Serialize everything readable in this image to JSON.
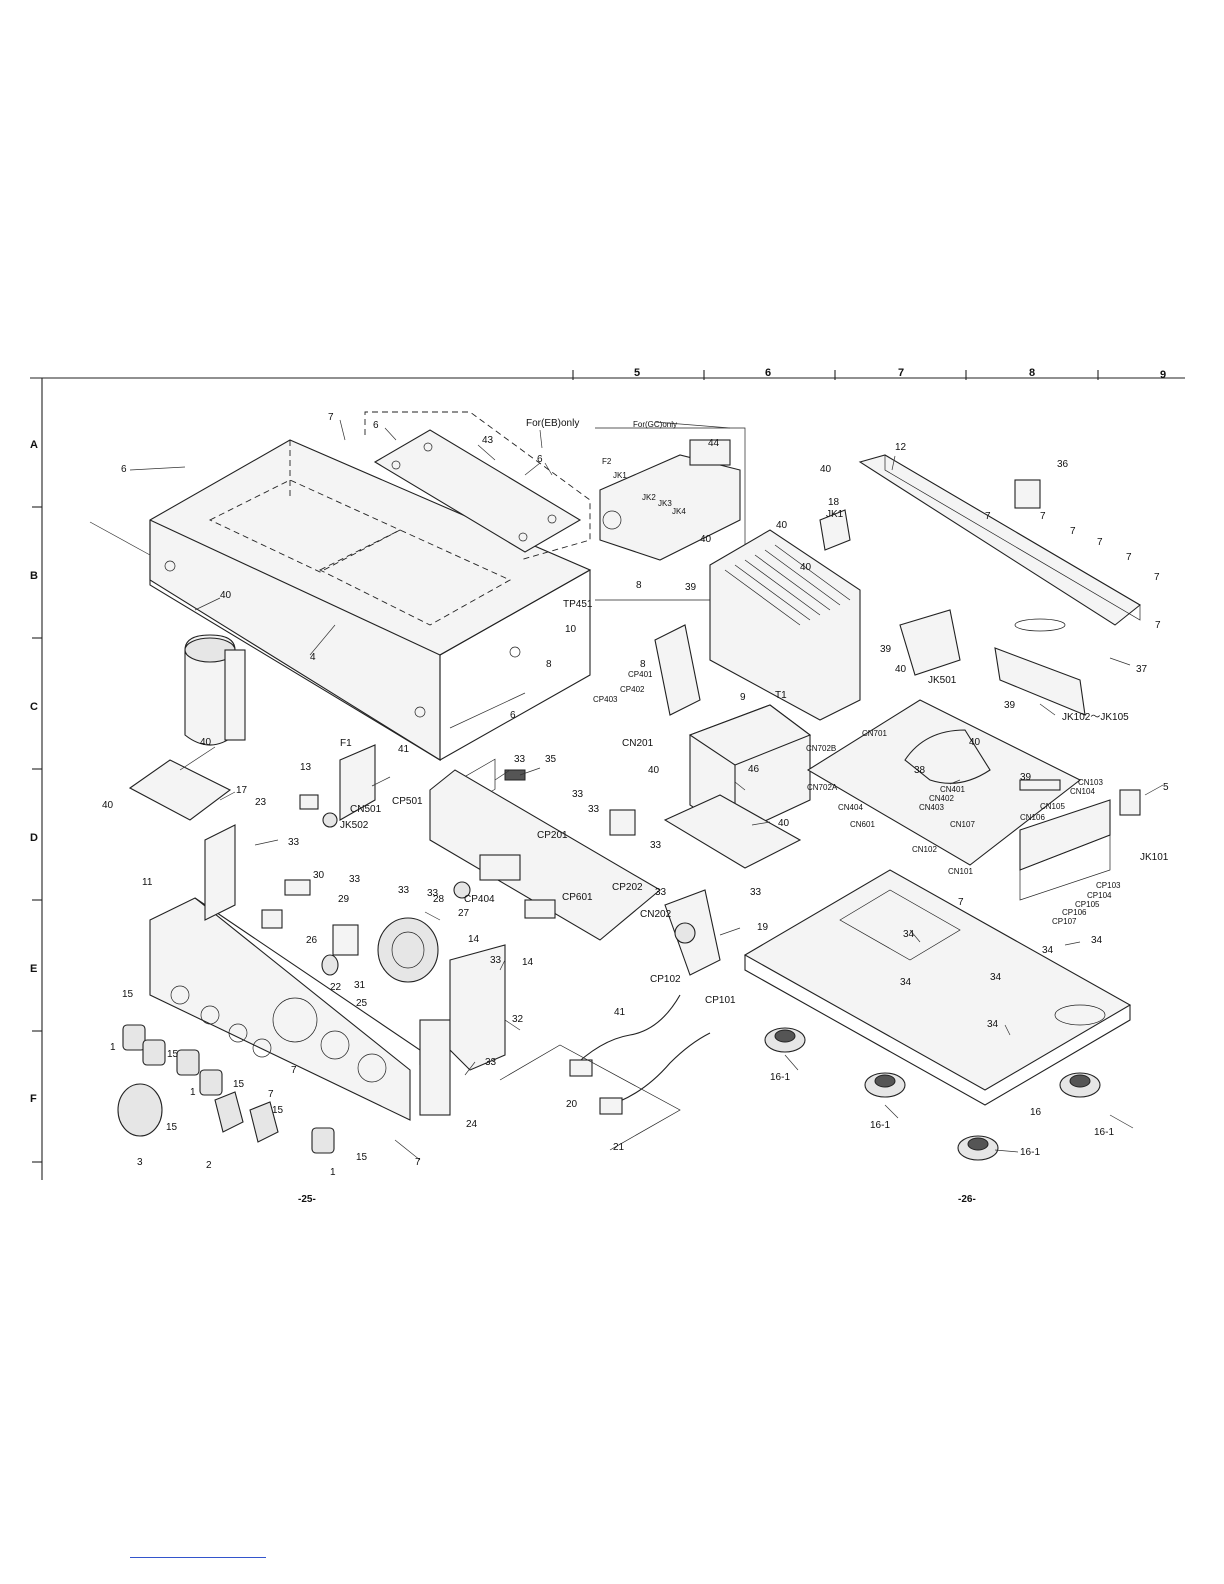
{
  "grid": {
    "columns": [
      "5",
      "6",
      "7",
      "8",
      "9"
    ],
    "rows": [
      "A",
      "B",
      "C",
      "D",
      "E",
      "F"
    ]
  },
  "notes": {
    "eb_only": "For(EB)only",
    "gc_only": "For(GC)only"
  },
  "page_numbers": [
    "-25-",
    "-26-"
  ],
  "callouts": {
    "c1": "1",
    "c2": "2",
    "c3": "3",
    "c4": "4",
    "c5": "5",
    "c6": "6",
    "c7": "7",
    "c8": "8",
    "c9": "9",
    "c10": "10",
    "c11": "11",
    "c12": "12",
    "c13": "13",
    "c14": "14",
    "c15": "15",
    "c16": "16",
    "c16_1": "16-1",
    "c17": "17",
    "c18": "18",
    "c19": "19",
    "c20": "20",
    "c21": "21",
    "c22": "22",
    "c23": "23",
    "c24": "24",
    "c25": "25",
    "c26": "26",
    "c27": "27",
    "c28": "28",
    "c29": "29",
    "c30": "30",
    "c31": "31",
    "c32": "32",
    "c33": "33",
    "c34": "34",
    "c35": "35",
    "c36": "36",
    "c37": "37",
    "c38": "38",
    "c39": "39",
    "c40": "40",
    "c41": "41",
    "c43": "43",
    "c44": "44",
    "c46": "46",
    "F1": "F1",
    "F2": "F2",
    "T1": "T1",
    "JK1": "JK1",
    "JK2": "JK2",
    "JK3": "JK3",
    "JK4": "JK4",
    "JK101": "JK101",
    "JK102_105": "JK102～JK105",
    "JK501": "JK501",
    "JK502": "JK502",
    "TP451": "TP451",
    "CN101": "CN101",
    "CN102": "CN102",
    "CN103": "CN103",
    "CN104": "CN104",
    "CN105": "CN105",
    "CN106": "CN106",
    "CN107": "CN107",
    "CN201": "CN201",
    "CN202": "CN202",
    "CN401": "CN401",
    "CN402": "CN402",
    "CN403": "CN403",
    "CN404": "CN404",
    "CN501": "CN501",
    "CN601": "CN601",
    "CN701": "CN701",
    "CN702A": "CN702A",
    "CN702B": "CN702B",
    "CP101": "CP101",
    "CP102": "CP102",
    "CP103": "CP103",
    "CP104": "CP104",
    "CP105": "CP105",
    "CP106": "CP106",
    "CP107": "CP107",
    "CP201": "CP201",
    "CP202": "CP202",
    "CP401": "CP401",
    "CP402": "CP402",
    "CP403": "CP403",
    "CP404": "CP404",
    "CP501": "CP501",
    "CP601": "CP601"
  }
}
